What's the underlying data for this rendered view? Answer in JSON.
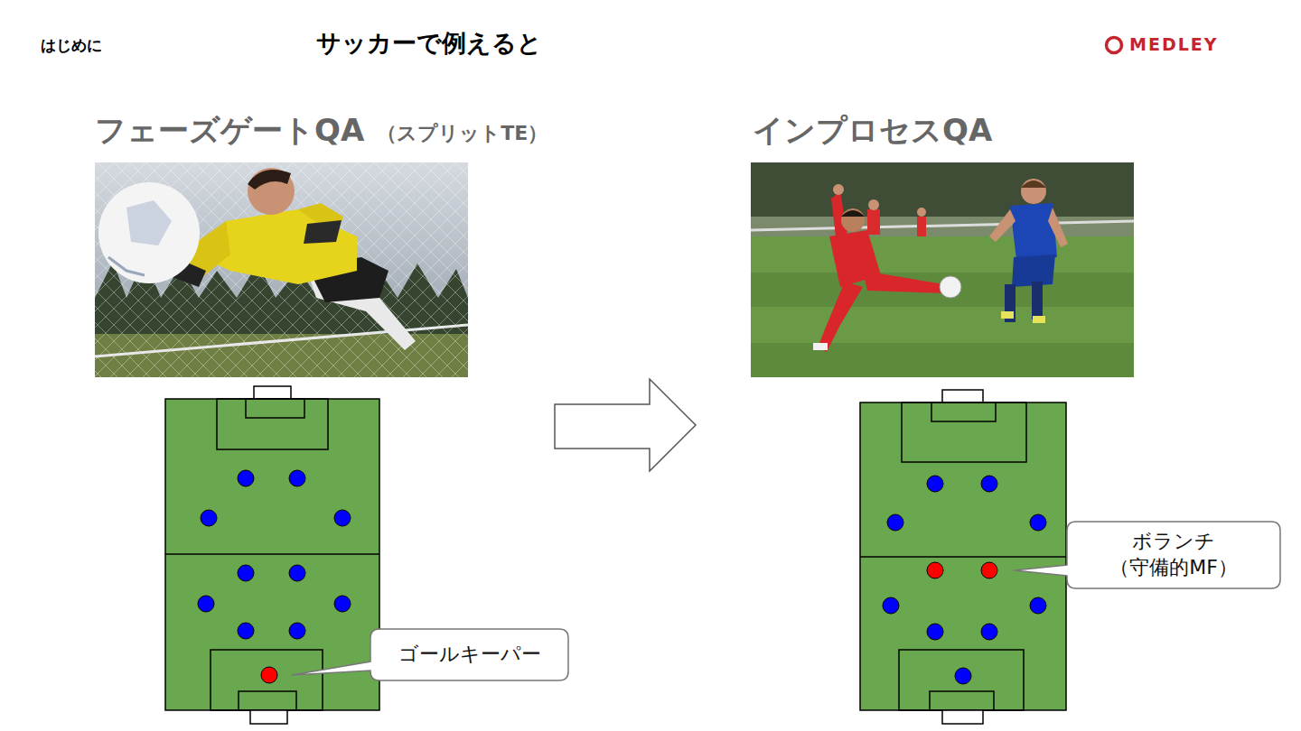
{
  "diagram": {
    "title": "サッカーで例えると",
    "nodes": [
      {
        "text": [
          "ゴールキーパー"
        ]
      },
      {
        "text": [
          "ボランチ （守備的MF）"
        ]
      }
    ],
    "labels": [
      "はじめに",
      "MEDLEY",
      "フェーズゲートQA",
      "（スプリットTE）",
      "インプロセスQA"
    ]
  }
}
